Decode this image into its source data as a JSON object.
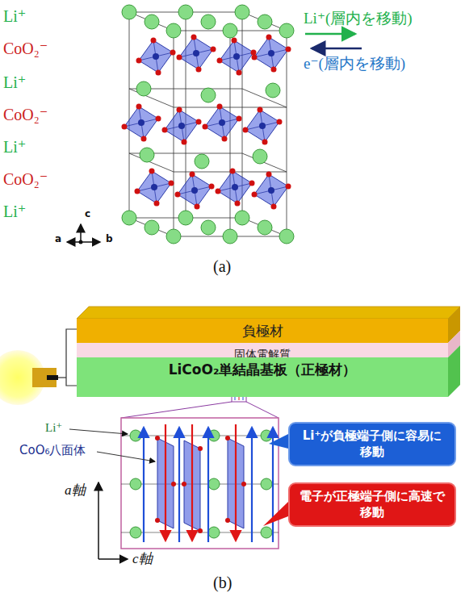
{
  "diagram": {
    "nodes": [
      {
        "text": [
          "負極材"
        ]
      },
      {
        "text": [
          "固体電解質"
        ]
      },
      {
        "text": [
          "LiCoO₂単結晶基板（正極材）"
        ]
      },
      {
        "text": [
          "Li⁺が負極端子側に容易に移動"
        ]
      },
      {
        "text": [
          "電子が正極端子側に高速で移動"
        ]
      }
    ],
    "labels": [
      "Li⁺",
      "CoO₂⁻",
      "Li⁺",
      "CoO₂⁻",
      "Li⁺",
      "CoO₂⁻",
      "Li⁺",
      "Li⁺(層内を移動)",
      "e⁻(層内を移動)",
      "c",
      "a",
      "b",
      "(a)",
      "Li⁺",
      "CoO₆八面体",
      "a軸",
      "c軸",
      "(b)"
    ]
  }
}
